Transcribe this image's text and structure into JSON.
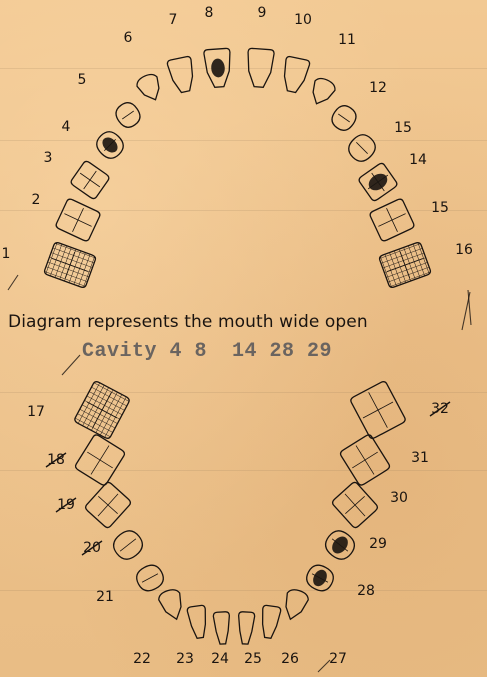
{
  "caption": "Diagram represents the mouth wide open",
  "cavity": {
    "label": "Cavity",
    "teeth_text": "4 8  14 28 29"
  },
  "upper_numbers": [
    "1",
    "2",
    "3",
    "4",
    "5",
    "6",
    "7",
    "8",
    "9",
    "10",
    "11",
    "12",
    "15",
    "14",
    "15",
    "16"
  ],
  "lower_numbers": [
    "17",
    "18",
    "19",
    "20",
    "21",
    "22",
    "23",
    "24",
    "25",
    "26",
    "27",
    "28",
    "29",
    "30",
    "31",
    "32"
  ],
  "marked_teeth": [
    "4",
    "8",
    "14",
    "28",
    "29"
  ],
  "crossed_teeth": [
    "1",
    "16",
    "17"
  ],
  "struck_numbers": [
    "18",
    "19",
    "20",
    "32"
  ],
  "colors": {
    "ink": "#1a1410",
    "paper": "#efc58f",
    "typewriter": "#6a6460"
  }
}
